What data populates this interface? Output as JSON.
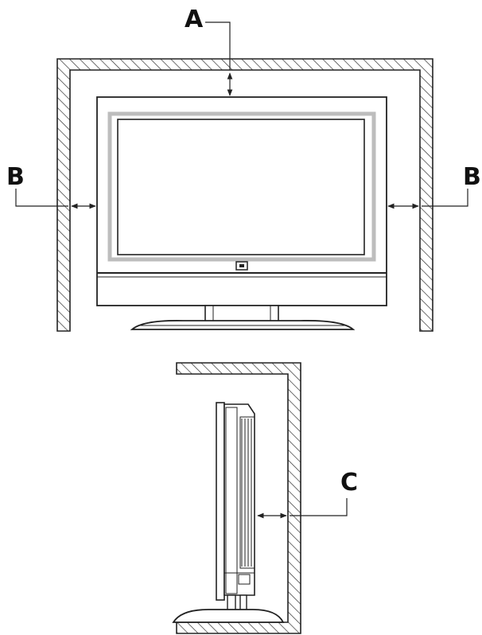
{
  "labels": {
    "a": "A",
    "b_left": "B",
    "b_right": "B",
    "c": "C"
  },
  "colors": {
    "line": "#222222",
    "hatch": "#333333",
    "light": "#bfbfbf",
    "paper": "#ffffff"
  }
}
